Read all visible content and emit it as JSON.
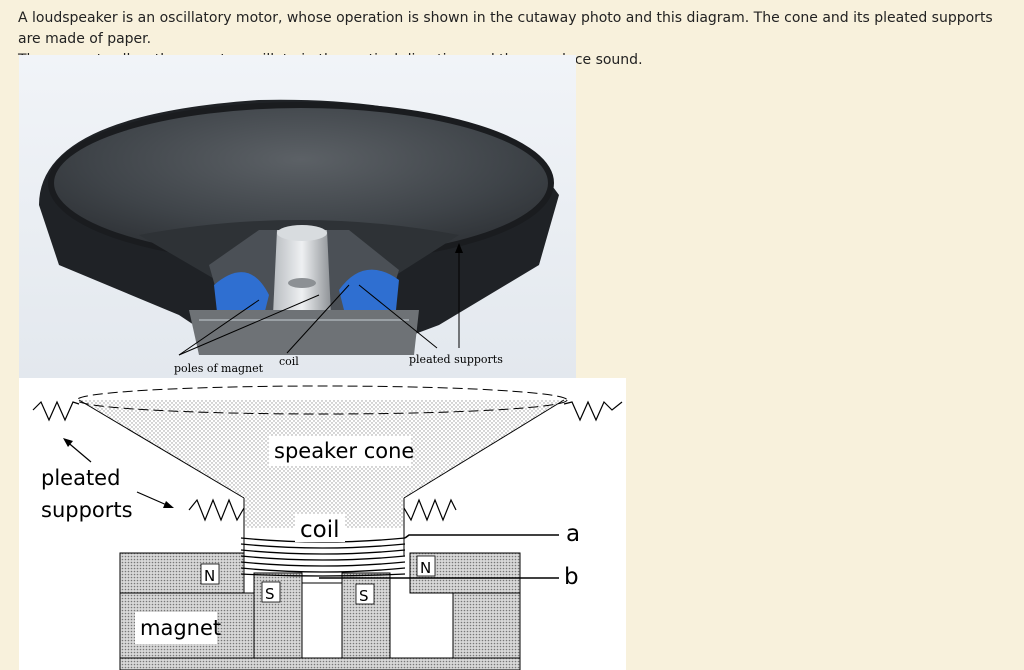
{
  "intro": {
    "line1": "A loudspeaker is an oscillatory motor, whose operation is shown in the cutaway photo and this diagram. The cone and its pleated supports are made of paper.",
    "line2": "The supports allow the cone to oscillate in the vertical direction and thus produce sound."
  },
  "photo": {
    "labels": {
      "poles": "poles of magnet",
      "coil": "coil",
      "supports": "pleated supports"
    }
  },
  "diagram": {
    "labels": {
      "pleated": "pleated",
      "supports": "supports",
      "cone": "speaker cone",
      "coil": "coil",
      "magnet": "magnet",
      "n_left": "N",
      "n_right": "N",
      "s_left": "S",
      "s_right": "S",
      "a": "a",
      "b": "b"
    }
  }
}
